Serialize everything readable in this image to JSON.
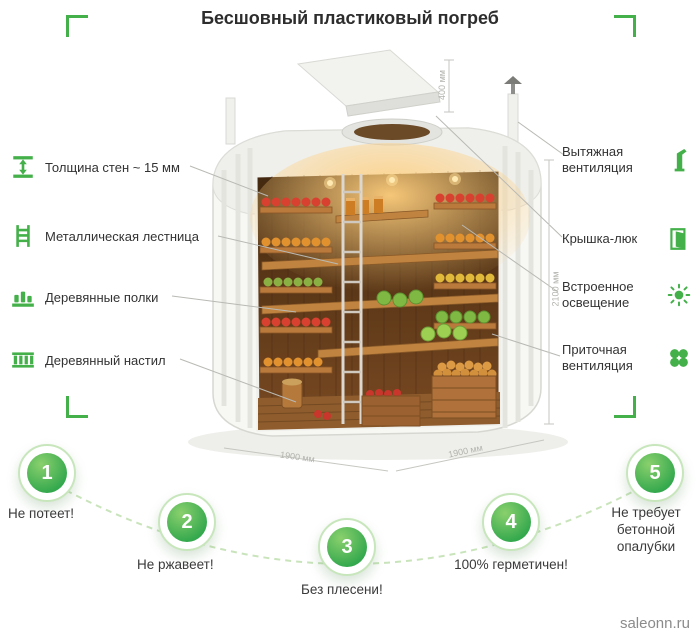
{
  "title": "Бесшовный пластиковый погреб",
  "features_left": [
    {
      "label": "Толщина стен ~ 15 мм",
      "icon": "wall-thickness-icon"
    },
    {
      "label": "Металлическая лестница",
      "icon": "ladder-icon"
    },
    {
      "label": "Деревянные полки",
      "icon": "shelves-icon"
    },
    {
      "label": "Деревянный настил",
      "icon": "flooring-icon"
    }
  ],
  "features_right": [
    {
      "label": "Вытяжная вентиляция",
      "icon": "exhaust-vent-icon"
    },
    {
      "label": "Крышка-люк",
      "icon": "hatch-icon"
    },
    {
      "label": "Встроенное освещение",
      "icon": "light-icon"
    },
    {
      "label": "Приточная вентиляция",
      "icon": "supply-vent-icon"
    }
  ],
  "dimensions": {
    "lid": "400 мм",
    "height": "2100 мм",
    "width": "1900 мм",
    "depth": "1900 мм"
  },
  "benefits": [
    {
      "number": "1",
      "label": "Не потеет!"
    },
    {
      "number": "2",
      "label": "Не ржавеет!"
    },
    {
      "number": "3",
      "label": "Без плесени!"
    },
    {
      "number": "4",
      "label": "100% герметичен!"
    },
    {
      "number": "5",
      "label": "Не требует бетонной опалубки"
    }
  ],
  "watermark": "saleonn.ru",
  "colors": {
    "accent": "#43b049",
    "circle_green": "#33a84d",
    "text": "#333333"
  }
}
